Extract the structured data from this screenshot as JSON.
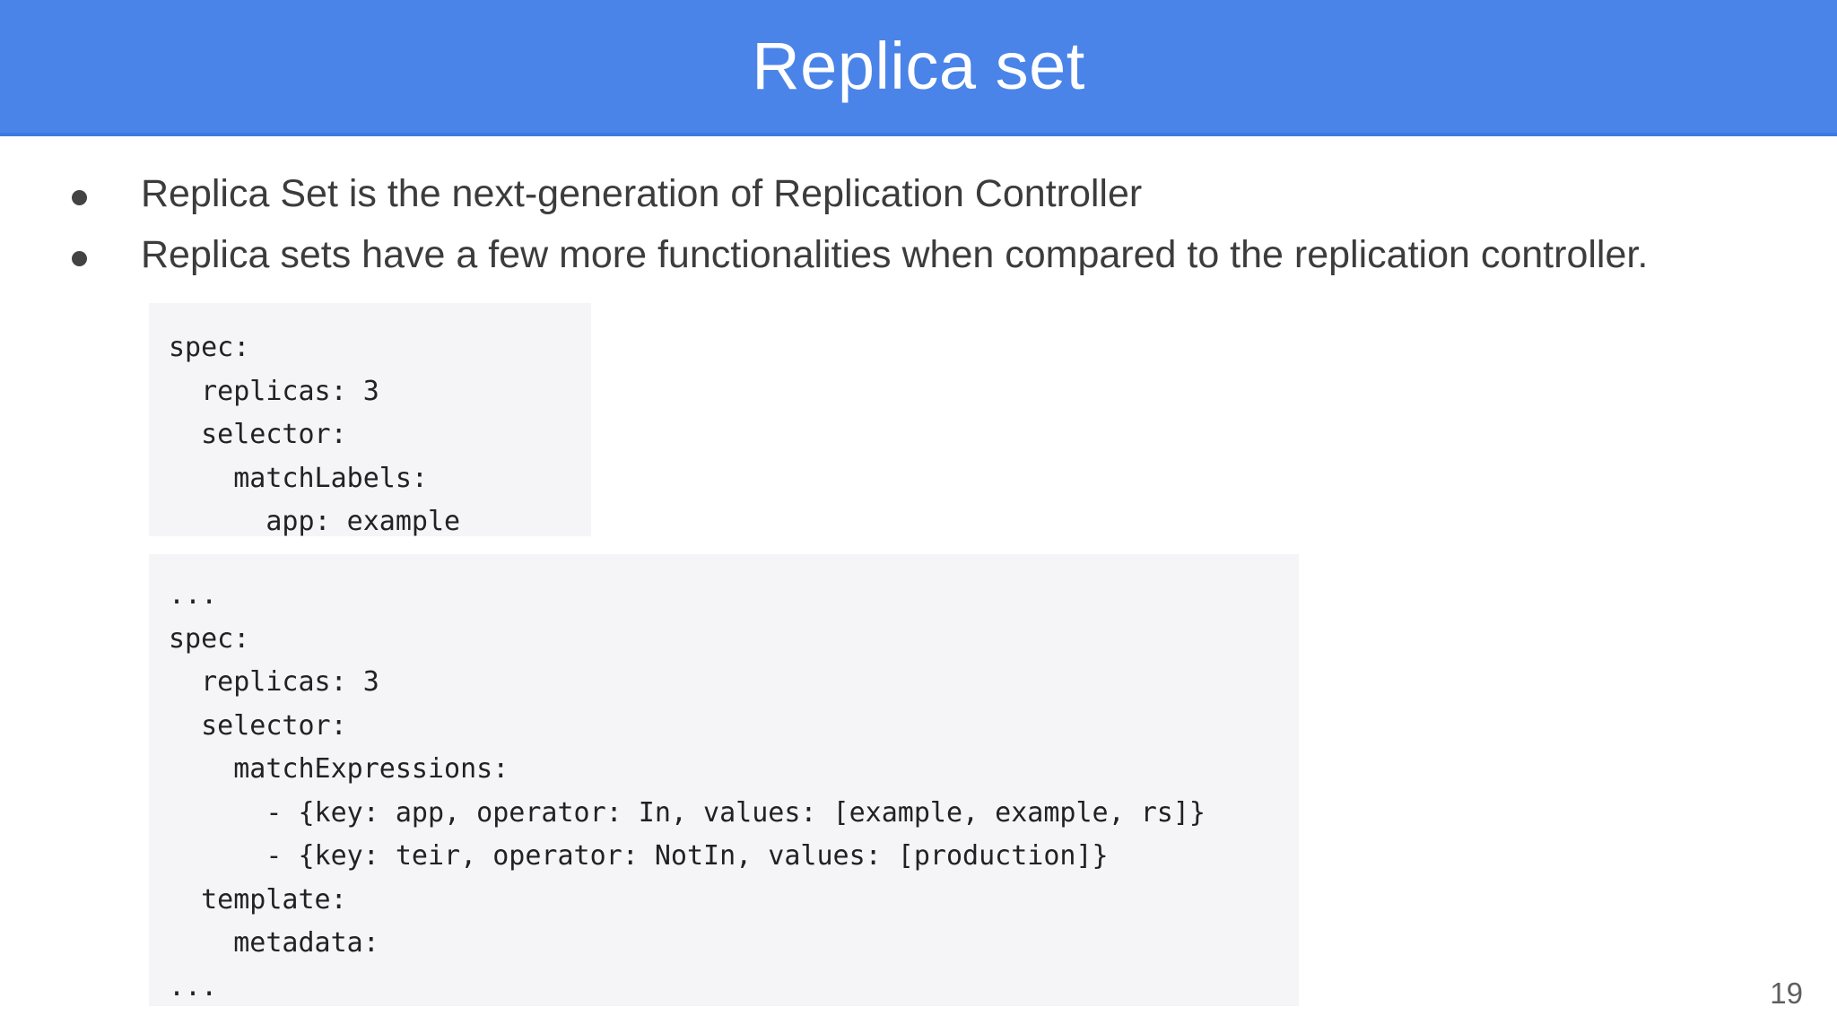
{
  "slide": {
    "title": "Replica set",
    "page_number": "19",
    "colors": {
      "header_background": "#4a84e8",
      "header_rule": "#3b7ae4",
      "title_text": "#ffffff",
      "body_text": "#3c3c3c",
      "bullet_marker": "#434343",
      "code_background": "#f5f4f7",
      "code_text": "#222222",
      "page_number_text": "#5f5f5f"
    }
  },
  "bullets": [
    {
      "marker": "bullet-dot-icon",
      "text": "Replica Set is the next-generation of Replication Controller"
    },
    {
      "marker": "bullet-dot-icon",
      "text": "Replica sets have a few more functionalities when compared to the replication controller."
    }
  ],
  "code_blocks": [
    {
      "id": "code-block-1",
      "language": "yaml",
      "lines": [
        "spec:",
        "  replicas: 3",
        "  selector:",
        "    matchLabels:",
        "      app: example"
      ],
      "text": "spec:\n  replicas: 3\n  selector:\n    matchLabels:\n      app: example"
    },
    {
      "id": "code-block-2",
      "language": "yaml",
      "lines": [
        "...",
        "spec:",
        "  replicas: 3",
        "  selector:",
        "    matchExpressions:",
        "      - {key: app, operator: In, values: [example, example, rs]}",
        "      - {key: teir, operator: NotIn, values: [production]}",
        "  template:",
        "    metadata:",
        "..."
      ],
      "text": "...\nspec:\n  replicas: 3\n  selector:\n    matchExpressions:\n      - {key: app, operator: In, values: [example, example, rs]}\n      - {key: teir, operator: NotIn, values: [production]}\n  template:\n    metadata:\n..."
    }
  ]
}
